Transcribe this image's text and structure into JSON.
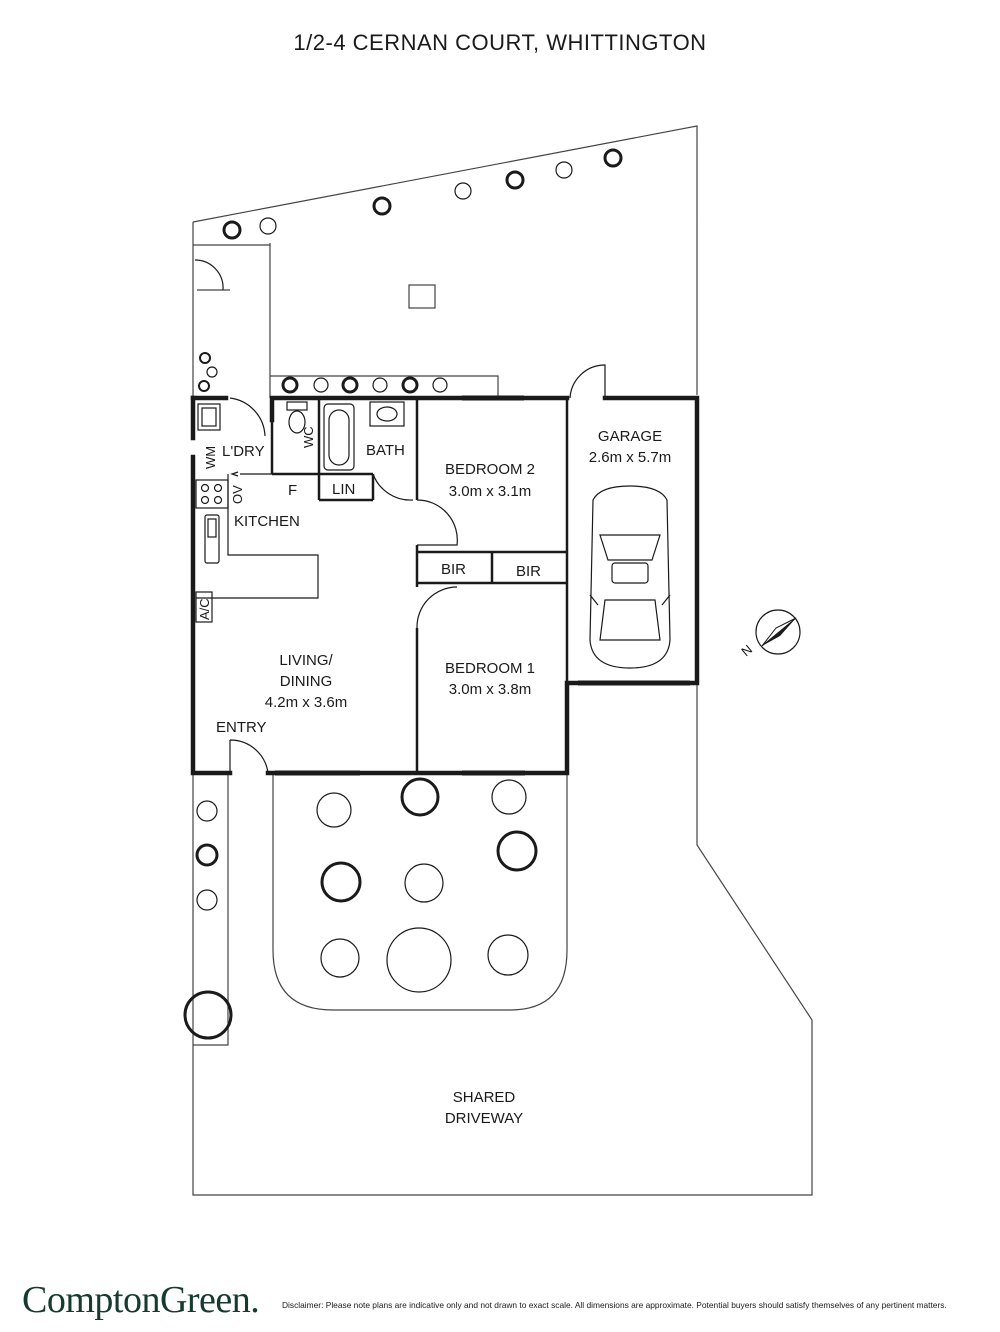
{
  "title": "1/2-4 CERNAN COURT, WHITTINGTON",
  "rooms": {
    "laundry": "L'DRY",
    "wm": "WM",
    "wc": "WC",
    "bath": "BATH",
    "lin": "LIN",
    "fridge": "F",
    "oven": "OV",
    "kitchen": "KITCHEN",
    "ac": "A/C",
    "bir1": "BIR",
    "bir2": "BIR",
    "bedroom2_name": "BEDROOM 2",
    "bedroom2_size": "3.0m x 3.1m",
    "bedroom1_name": "BEDROOM 1",
    "bedroom1_size": "3.0m x 3.8m",
    "garage_name": "GARAGE",
    "garage_size": "2.6m x 5.7m",
    "living_name_1": "LIVING/",
    "living_name_2": "DINING",
    "living_size": "4.2m x 3.6m",
    "entry": "ENTRY",
    "driveway_1": "SHARED",
    "driveway_2": "DRIVEWAY"
  },
  "compass": "N",
  "brand": "ComptonGreen.",
  "disclaimer": "Disclaimer: Please note plans are indicative only and not drawn to exact scale. All dimensions are approximate. Potential buyers should satisfy themselves of any pertinent matters.",
  "colors": {
    "brand": "#163a2f",
    "lines": "#1a1a1a"
  }
}
